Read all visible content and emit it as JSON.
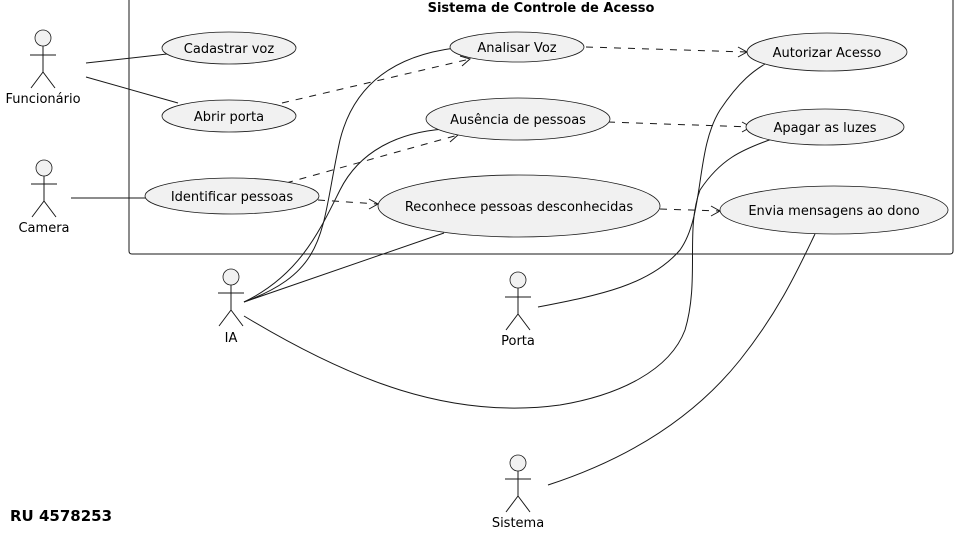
{
  "system": {
    "title": "Sistema de Controle de Acesso"
  },
  "use_cases": {
    "cadastrar_voz": "Cadastrar voz",
    "abrir_porta": "Abrir porta",
    "identificar_pessoas": "Identificar pessoas",
    "analisar_voz": "Analisar Voz",
    "ausencia_pessoas": "Ausência de pessoas",
    "reconhece_desconhecidas": "Reconhece pessoas desconhecidas",
    "autorizar_acesso": "Autorizar Acesso",
    "apagar_luzes": "Apagar as luzes",
    "envia_mensagens": "Envia mensagens ao dono"
  },
  "actors": {
    "funcionario": "Funcionário",
    "camera": "Camera",
    "ia": "IA",
    "porta": "Porta",
    "sistema": "Sistema"
  },
  "footer": {
    "ru": "RU 4578253"
  }
}
